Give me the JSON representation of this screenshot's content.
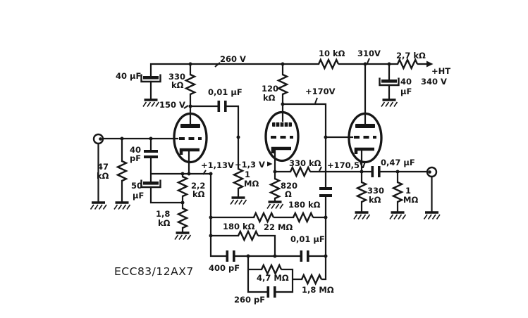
{
  "title": "ECC83/12AX7",
  "labels": {
    "power": {
      "v260": "260 V",
      "cap40_left": "40 µF",
      "r10k": "10 kΩ",
      "v310": "310V",
      "r2k7": "2,7 kΩ",
      "ht": "+HT",
      "v340": "340 V",
      "cap40_right_value": "40",
      "cap40_right_unit": "µF"
    },
    "stage1": {
      "r330k_value": "330",
      "r330k_unit": "kΩ",
      "v150": "150 V",
      "c001": "0,01 µF",
      "r47k_value": "47",
      "r47k_unit": "kΩ",
      "c40pf_value": "40",
      "c40pf_unit": "pF",
      "c50uf_value": "50",
      "c50uf_unit": "µF",
      "r2k2_value": "2,2",
      "r2k2_unit": "kΩ",
      "r1k8_value": "1,8",
      "r1k8_unit": "kΩ",
      "cathode_v": "+1,13V"
    },
    "stage2": {
      "r120k_value": "120",
      "r120k_unit": "kΩ",
      "anode_v": "+170V",
      "r1m_value": "1",
      "r1m_unit": "MΩ",
      "cathode_v": "+1,3 V",
      "r820_value": "820",
      "r820_unit": "Ω",
      "r330k_fb": "330 kΩ"
    },
    "stage3": {
      "cathode_v": "+170,5V",
      "c047": "0,47 µF",
      "r330k_value": "330",
      "r330k_unit": "kΩ",
      "r1m_value": "1",
      "r1m_unit": "MΩ"
    },
    "feedback": {
      "r180k_a": "180 kΩ",
      "r22m": "22 MΩ",
      "r180k_b": "180 kΩ",
      "c001": "0,01 µF",
      "c400pf": "400 pF",
      "r4m7": "4,7 MΩ",
      "c260pf": "260 pF",
      "r1m8": "1,8 MΩ"
    }
  }
}
